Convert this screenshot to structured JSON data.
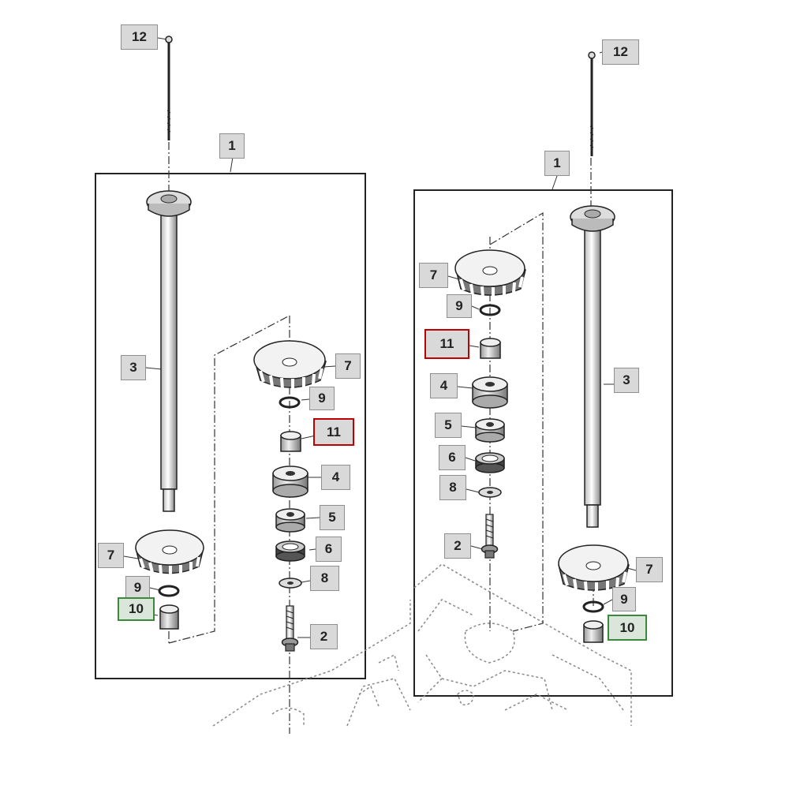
{
  "callouts": {
    "left": {
      "c12": "12",
      "c1": "1",
      "c3": "3",
      "c7a": "7",
      "c9a": "9",
      "c10": "10",
      "c7b": "7",
      "c9b": "9",
      "c11": "11",
      "c4": "4",
      "c5": "5",
      "c6": "6",
      "c8": "8",
      "c2": "2"
    },
    "right": {
      "c12": "12",
      "c1": "1",
      "c7a": "7",
      "c9a": "9",
      "c11": "11",
      "c4": "4",
      "c5": "5",
      "c6": "6",
      "c8": "8",
      "c2": "2",
      "c3": "3",
      "c7b": "7",
      "c9b": "9",
      "c10": "10"
    }
  },
  "highlights": {
    "red": "#c00000",
    "green": "#3a8a3a"
  }
}
